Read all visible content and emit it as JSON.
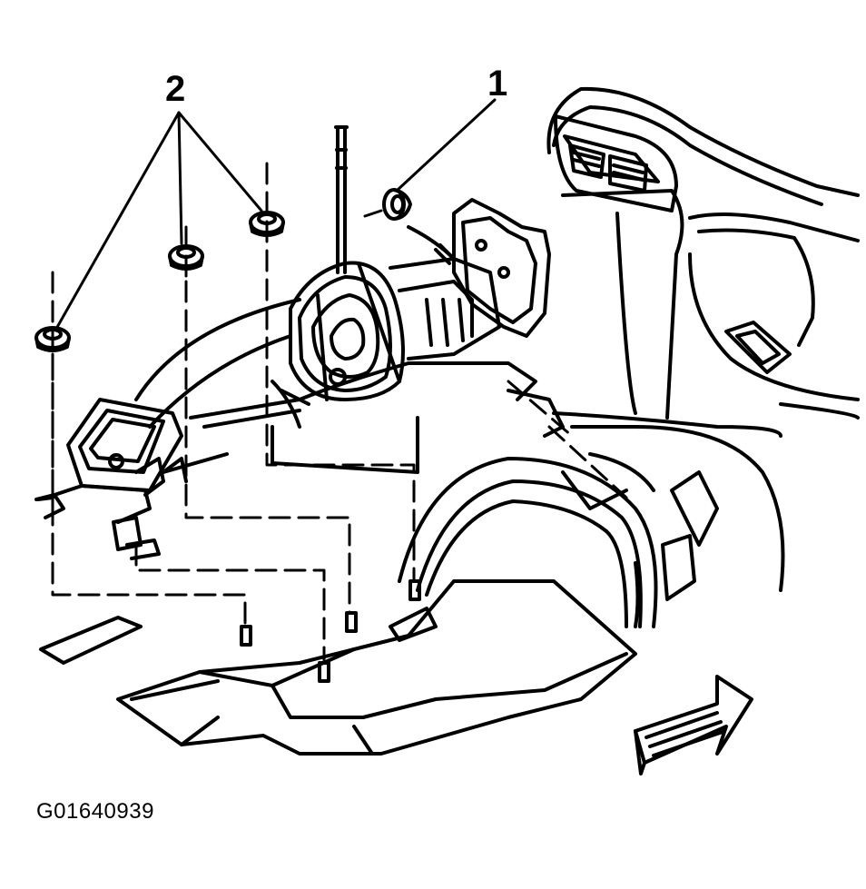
{
  "callouts": {
    "one": "1",
    "two": "2"
  },
  "figure_id": "G01640939",
  "colors": {
    "ink": "#000000",
    "paper": "#ffffff"
  },
  "icons": {
    "direction": "front-arrow-icon"
  }
}
